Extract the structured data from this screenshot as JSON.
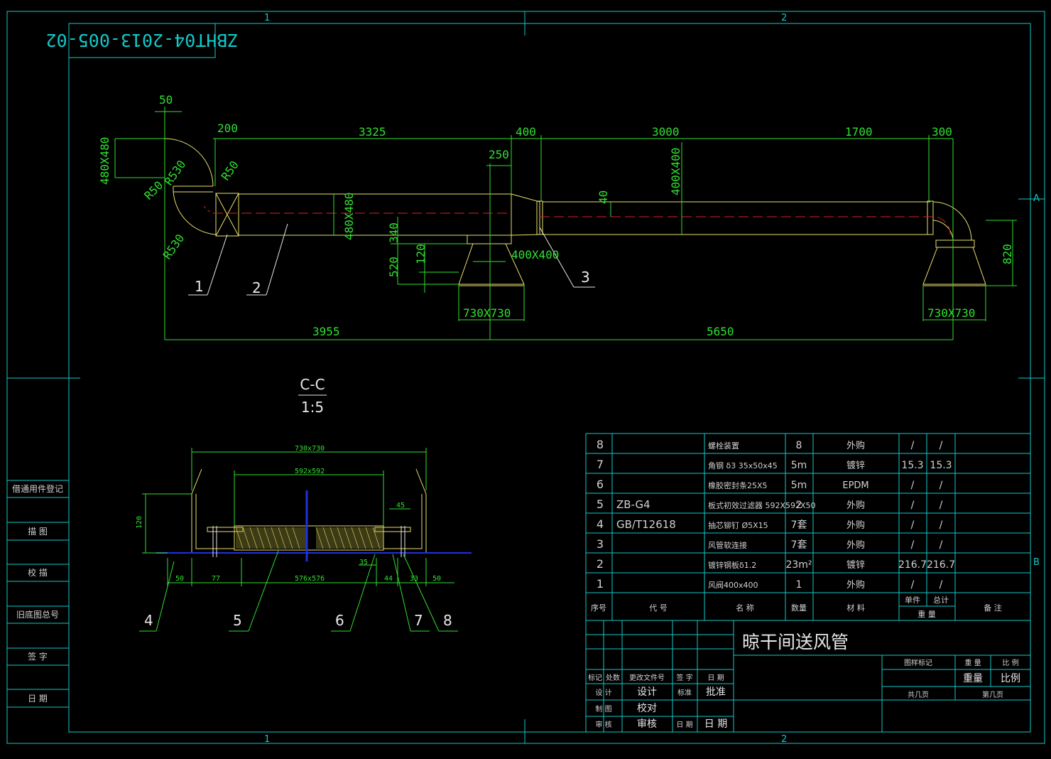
{
  "drawing_number": "ZBHT04-2013-005-02",
  "zone_marks": {
    "top": [
      "1",
      "2"
    ],
    "bottom": [
      "1",
      "2"
    ],
    "right": [
      "A",
      "B"
    ]
  },
  "side_labels": [
    "借通用件登记",
    "描 图",
    "校 描",
    "旧底图总号",
    "签 字",
    "日 期"
  ],
  "dims_top": {
    "d50": "50",
    "d200": "200",
    "d3325": "3325",
    "d400": "400",
    "d3000": "3000",
    "d1700": "1700",
    "d300": "300",
    "d250": "250",
    "d40": "40",
    "s400x400v": "400X400",
    "s480x480l": "480X480",
    "s480x480m": "480X480",
    "r50a": "R50",
    "r530a": "R530",
    "r50b": "R50",
    "r530b": "R530",
    "d340": "340",
    "d520": "520",
    "d120": "120",
    "s400x400": "400X400",
    "s730a": "730X730",
    "s730b": "730X730",
    "d820": "820",
    "d3955": "3955",
    "d5650": "5650"
  },
  "callouts_top": [
    "1",
    "2",
    "3"
  ],
  "section": {
    "title": "C-C",
    "scale": "1:5",
    "d730": "730x730",
    "d592": "592x592",
    "d45": "45",
    "d120": "120",
    "d50a": "50",
    "d77": "77",
    "d576": "576x576",
    "d35": "35",
    "d44": "44",
    "d33": "33",
    "d50b": "50",
    "callouts": [
      "4",
      "5",
      "6",
      "7",
      "8"
    ]
  },
  "bom": {
    "rows": [
      {
        "no": "8",
        "code": "",
        "name": "螺栓装置",
        "qty": "8",
        "mat": "外购",
        "unit": "/",
        "total": "/"
      },
      {
        "no": "7",
        "code": "",
        "name": "角钢 δ3 35x50x45",
        "qty": "5m",
        "mat": "镀锌",
        "unit": "15.3",
        "total": "15.3"
      },
      {
        "no": "6",
        "code": "",
        "name": "橡胶密封条25X5",
        "qty": "5m",
        "mat": "EPDM",
        "unit": "/",
        "total": "/"
      },
      {
        "no": "5",
        "code": "ZB-G4",
        "name": "板式初效过滤器 592X592X50",
        "qty": "2",
        "mat": "外购",
        "unit": "/",
        "total": "/"
      },
      {
        "no": "4",
        "code": "GB/T12618",
        "name": "抽芯铆钉 Ø5X15",
        "qty": "7套",
        "mat": "外购",
        "unit": "/",
        "total": "/"
      },
      {
        "no": "3",
        "code": "",
        "name": "风管软连接",
        "qty": "7套",
        "mat": "外购",
        "unit": "/",
        "total": "/"
      },
      {
        "no": "2",
        "code": "",
        "name": "镀锌钢板δ1.2",
        "qty": "23m²",
        "mat": "镀锌",
        "unit": "216.7",
        "total": "216.7"
      },
      {
        "no": "1",
        "code": "",
        "name": "风阀400x400",
        "qty": "1",
        "mat": "外购",
        "unit": "/",
        "total": "/"
      }
    ],
    "header": {
      "no": "序号",
      "code": "代 号",
      "name": "名 称",
      "qty": "数量",
      "mat": "材 料",
      "unit": "单件",
      "total": "总计",
      "weight": "重 量",
      "remark": "备 注"
    }
  },
  "title_block": {
    "title": "晾干间送风管",
    "rev_headers": [
      "标记",
      "处数",
      "更改文件号",
      "签 字",
      "日 期"
    ],
    "roles": [
      [
        "设 计",
        "设计",
        "标准",
        "批准"
      ],
      [
        "制 图",
        "校对",
        "",
        ""
      ],
      [
        "审 核",
        "审核",
        "日 期",
        "日 期"
      ]
    ],
    "right_headers": [
      "图样标记",
      "重 量",
      "比 例"
    ],
    "weight": "重量",
    "scale": "比例",
    "sheet_total": "共几页",
    "sheet_no": "第几页"
  }
}
